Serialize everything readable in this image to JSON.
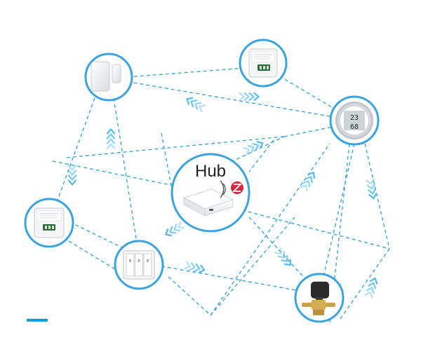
{
  "hub": {
    "label": "Hub",
    "logo_icon": "zigbee-logo-icon"
  },
  "devices": [
    {
      "id": "door-sensor",
      "icon": "door-sensor-icon"
    },
    {
      "id": "switch-module-top",
      "icon": "switch-module-icon"
    },
    {
      "id": "thermometer",
      "icon": "thermo-hygrometer-icon",
      "temp": "23",
      "humidity": "68"
    },
    {
      "id": "switch-module-left",
      "icon": "switch-module-icon"
    },
    {
      "id": "wall-switch",
      "icon": "wall-switch-icon"
    },
    {
      "id": "valve-controller",
      "icon": "valve-controller-icon"
    }
  ],
  "colors": {
    "mesh_line": "#2f9fd6",
    "arrow": "#5bbcea",
    "ring": "#3aa3e0",
    "accent_bar": "#1a9ad6",
    "zigbee_red": "#d7263d"
  }
}
